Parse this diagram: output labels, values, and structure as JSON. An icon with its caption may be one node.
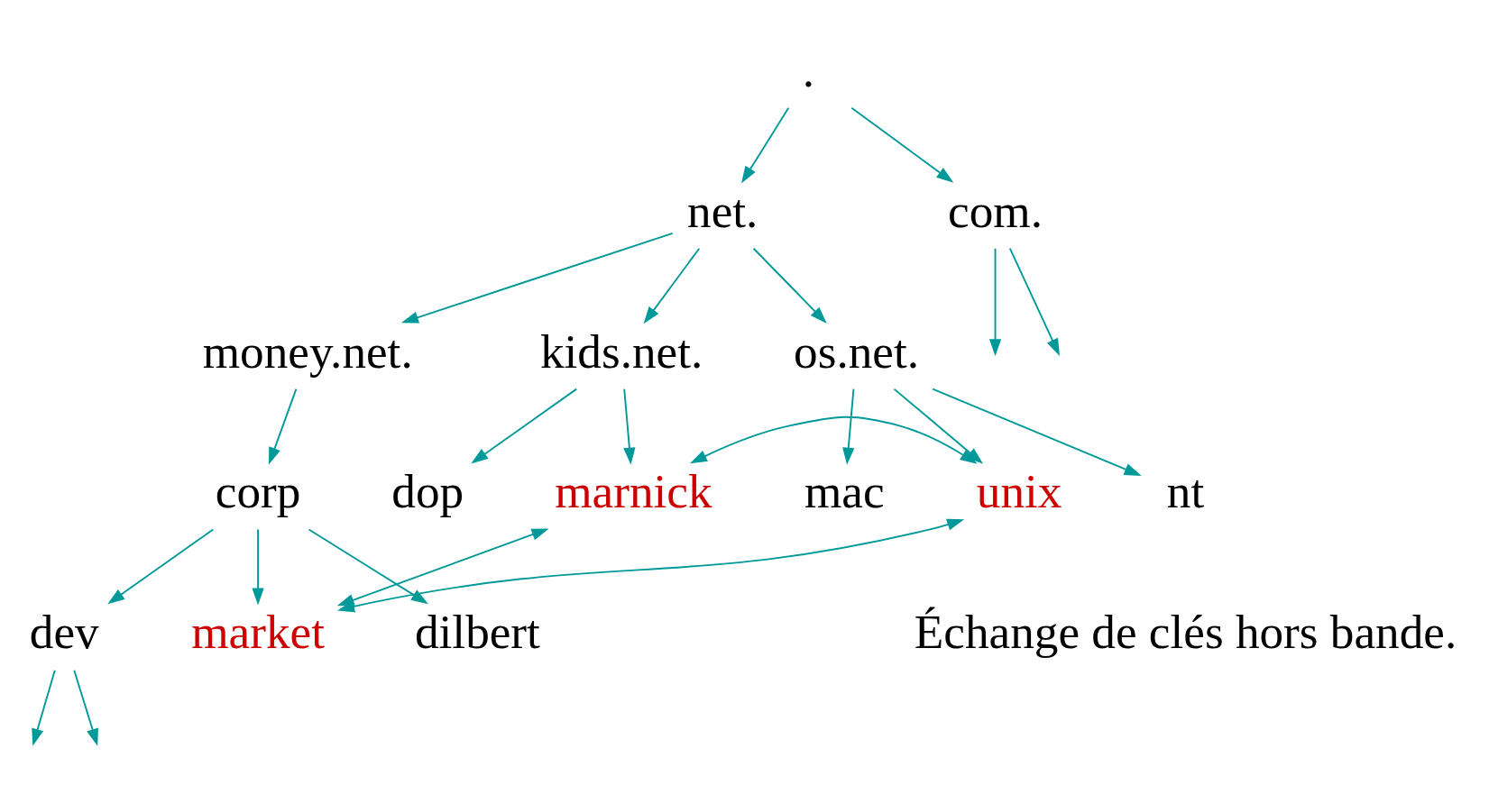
{
  "diagram": {
    "nodes": [
      {
        "text": [
          "."
        ]
      },
      {
        "text": [
          "net."
        ]
      },
      {
        "text": [
          "com."
        ]
      },
      {
        "text": [
          "money.net."
        ]
      },
      {
        "text": [
          "kids.net."
        ]
      },
      {
        "text": [
          "os.net."
        ]
      },
      {
        "text": [
          "corp"
        ]
      },
      {
        "text": [
          "dop"
        ]
      },
      {
        "text": [
          "marnick"
        ]
      },
      {
        "text": [
          "mac"
        ]
      },
      {
        "text": [
          "unix"
        ]
      },
      {
        "text": [
          "nt"
        ]
      },
      {
        "text": [
          "dev"
        ]
      },
      {
        "text": [
          "market"
        ]
      },
      {
        "text": [
          "dilbert"
        ]
      }
    ],
    "edges": [
      {
        "from": 0,
        "to": 1,
        "arrow": "to"
      },
      {
        "from": 0,
        "to": 2,
        "arrow": "to"
      },
      {
        "from": 2,
        "to": null,
        "arrow": "to"
      },
      {
        "from": 2,
        "to": null,
        "arrow": "to"
      },
      {
        "from": 1,
        "to": 3,
        "arrow": "to"
      },
      {
        "from": 1,
        "to": 4,
        "arrow": "to"
      },
      {
        "from": 1,
        "to": 5,
        "arrow": "to"
      },
      {
        "from": 3,
        "to": 6,
        "arrow": "to"
      },
      {
        "from": 4,
        "to": 7,
        "arrow": "to"
      },
      {
        "from": 4,
        "to": 8,
        "arrow": "to"
      },
      {
        "from": 5,
        "to": 9,
        "arrow": "to"
      },
      {
        "from": 5,
        "to": 10,
        "arrow": "to"
      },
      {
        "from": 5,
        "to": 11,
        "arrow": "to"
      },
      {
        "from": 6,
        "to": 12,
        "arrow": "to"
      },
      {
        "from": 6,
        "to": 13,
        "arrow": "to"
      },
      {
        "from": 6,
        "to": 14,
        "arrow": "to"
      },
      {
        "from": 12,
        "to": null,
        "arrow": "to"
      },
      {
        "from": 12,
        "to": null,
        "arrow": "to"
      },
      {
        "from": 8,
        "to": 10,
        "arrow": "both"
      },
      {
        "from": 13,
        "to": 8,
        "arrow": "both"
      },
      {
        "from": 13,
        "to": 10,
        "arrow": "both"
      }
    ],
    "labels": [
      "Échange de clés hors bande."
    ]
  }
}
